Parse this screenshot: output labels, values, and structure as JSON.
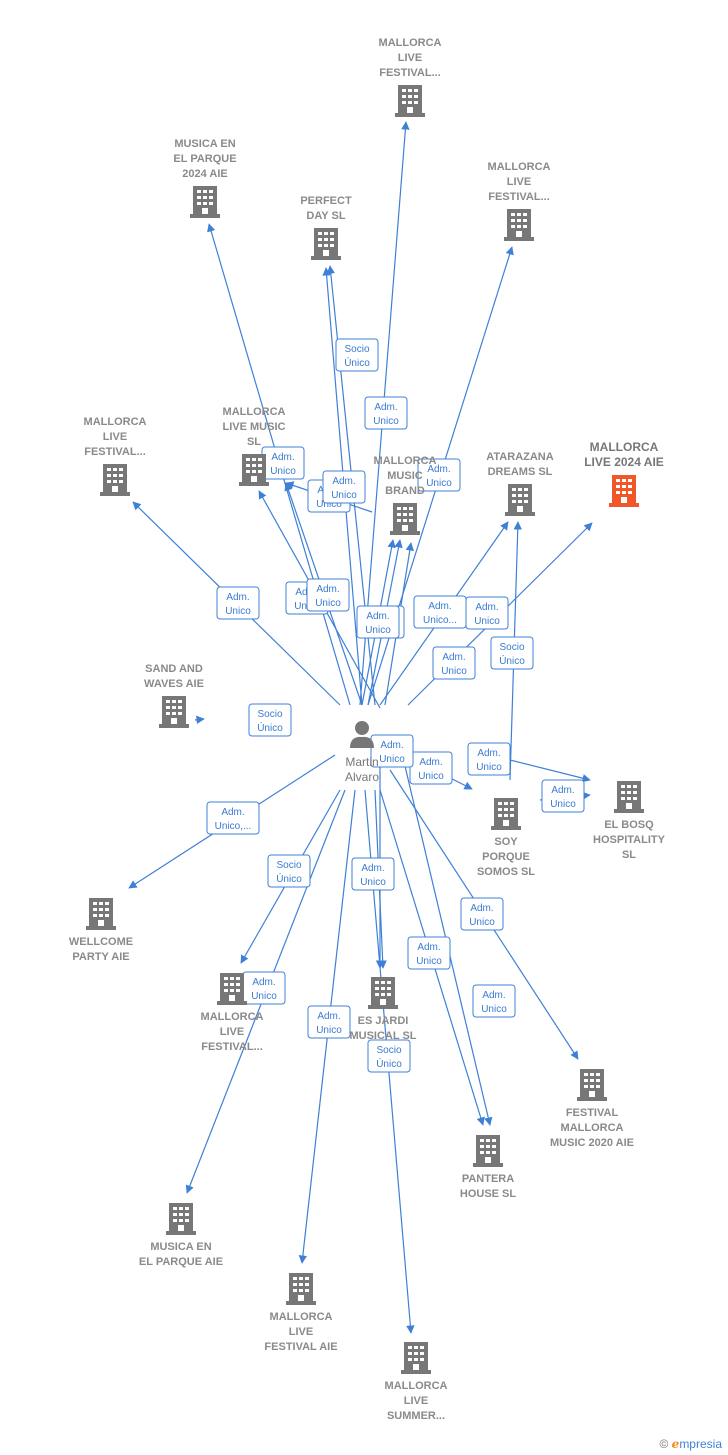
{
  "center": {
    "name_lines": [
      "Martin",
      "Alvaro"
    ]
  },
  "nodes": [
    {
      "id": "n1",
      "lines": [
        "MALLORCA",
        "LIVE",
        "FESTIVAL..."
      ],
      "color": "#777777"
    },
    {
      "id": "n2",
      "lines": [
        "MUSICA EN",
        "EL PARQUE",
        "2024 AIE"
      ],
      "color": "#777777"
    },
    {
      "id": "n3",
      "lines": [
        "PERFECT",
        "DAY  SL"
      ],
      "color": "#777777"
    },
    {
      "id": "n4",
      "lines": [
        "MALLORCA",
        "LIVE",
        "FESTIVAL..."
      ],
      "color": "#777777"
    },
    {
      "id": "n5",
      "lines": [
        "MALLORCA",
        "LIVE",
        "FESTIVAL..."
      ],
      "color": "#777777"
    },
    {
      "id": "n6",
      "lines": [
        "MALLORCA",
        "LIVE MUSIC",
        "SL"
      ],
      "color": "#777777"
    },
    {
      "id": "n7",
      "lines": [
        "MALLORCA",
        "MUSIC",
        "BRAND"
      ],
      "color": "#777777"
    },
    {
      "id": "n8",
      "lines": [
        "ATARAZANA",
        "DREAMS  SL"
      ],
      "color": "#777777"
    },
    {
      "id": "n9",
      "lines": [
        "MALLORCA",
        "LIVE 2024 AIE"
      ],
      "color": "#f0582a",
      "highlight": true
    },
    {
      "id": "n10",
      "lines": [
        "SAND AND",
        "WAVES AIE"
      ],
      "color": "#777777"
    },
    {
      "id": "n11",
      "lines": [
        "EL BOSQ",
        "HOSPITALITY",
        "SL"
      ],
      "color": "#777777"
    },
    {
      "id": "n12",
      "lines": [
        "SOY",
        "PORQUE",
        "SOMOS  SL"
      ],
      "color": "#777777"
    },
    {
      "id": "n13",
      "lines": [
        "WELLCOME",
        "PARTY AIE"
      ],
      "color": "#777777"
    },
    {
      "id": "n14",
      "lines": [
        "MALLORCA",
        "LIVE",
        "FESTIVAL..."
      ],
      "color": "#777777"
    },
    {
      "id": "n15",
      "lines": [
        "ES JARDI",
        "MUSICAL  SL"
      ],
      "color": "#777777"
    },
    {
      "id": "n16",
      "lines": [
        "FESTIVAL",
        "MALLORCA",
        "MUSIC 2020 AIE"
      ],
      "color": "#777777"
    },
    {
      "id": "n17",
      "lines": [
        "PANTERA",
        "HOUSE  SL"
      ],
      "color": "#777777"
    },
    {
      "id": "n18",
      "lines": [
        "MUSICA EN",
        "EL PARQUE AIE"
      ],
      "color": "#777777"
    },
    {
      "id": "n19",
      "lines": [
        "MALLORCA",
        "LIVE",
        "FESTIVAL AIE"
      ],
      "color": "#777777"
    },
    {
      "id": "n20",
      "lines": [
        "MALLORCA",
        "LIVE",
        "SUMMER..."
      ],
      "color": "#777777"
    }
  ],
  "edges": [
    {
      "to": "n1",
      "label": [
        "Adm.",
        "Unico"
      ]
    },
    {
      "to": "n2",
      "label": [
        "Adm.",
        "Unico"
      ]
    },
    {
      "to": "n3",
      "label": [
        "Socio",
        "Único"
      ]
    },
    {
      "to": "n3",
      "label": [
        "Adm.",
        "Unico"
      ]
    },
    {
      "to": "n4",
      "label": [
        "Adm.",
        "Unico"
      ]
    },
    {
      "to": "n5",
      "label": [
        "Adm.",
        "Unico"
      ]
    },
    {
      "to": "n6",
      "label": [
        "Adm.",
        "Unico"
      ]
    },
    {
      "to": "n6",
      "label": [
        "Socio",
        "Único"
      ]
    },
    {
      "to": "n7",
      "label": [
        "Adm.",
        "Unico..."
      ]
    },
    {
      "to": "n7",
      "label": [
        "Adm.",
        "Unico"
      ]
    },
    {
      "to": "n8",
      "label": [
        "Adm.",
        "Unico"
      ]
    },
    {
      "to": "n8",
      "label": [
        "Socio",
        "Único"
      ]
    },
    {
      "to": "n9",
      "label": [
        "Adm.",
        "Unico"
      ]
    },
    {
      "to": "n10",
      "label": [
        "Adm.",
        "Unico"
      ]
    },
    {
      "to": "n11",
      "label": [
        "Adm.",
        "Unico"
      ]
    },
    {
      "to": "n11",
      "label": [
        "Socio",
        "Único"
      ]
    },
    {
      "to": "n12",
      "label": [
        "Adm.",
        "Unico,..."
      ]
    },
    {
      "to": "n12",
      "label": [
        "Socio",
        "Único"
      ]
    },
    {
      "to": "n13",
      "label": [
        "Adm.",
        "Unico"
      ]
    },
    {
      "to": "n14",
      "label": [
        "Adm.",
        "Unico"
      ]
    },
    {
      "to": "n14",
      "label": [
        "Adm.",
        "Unico"
      ]
    },
    {
      "to": "n15",
      "label": [
        "Adm.",
        "Unico"
      ]
    },
    {
      "to": "n16",
      "label": [
        "Adm.",
        "Unico"
      ]
    },
    {
      "to": "n17",
      "label": [
        "Adm.",
        "Unico"
      ]
    },
    {
      "to": "n17",
      "label": [
        "Socio",
        "Único"
      ]
    },
    {
      "to": "n18",
      "label": [
        "Adm.",
        "Unico"
      ]
    },
    {
      "to": "n19",
      "label": [
        "Adm.",
        "Unico"
      ]
    },
    {
      "to": "n20",
      "label": [
        "Adm.",
        "Unico"
      ]
    },
    {
      "to": "n6",
      "label": [
        "Adm.",
        "Unico"
      ]
    }
  ],
  "brand": {
    "copyright": "©",
    "name": "mpresia",
    "initial": "e"
  }
}
